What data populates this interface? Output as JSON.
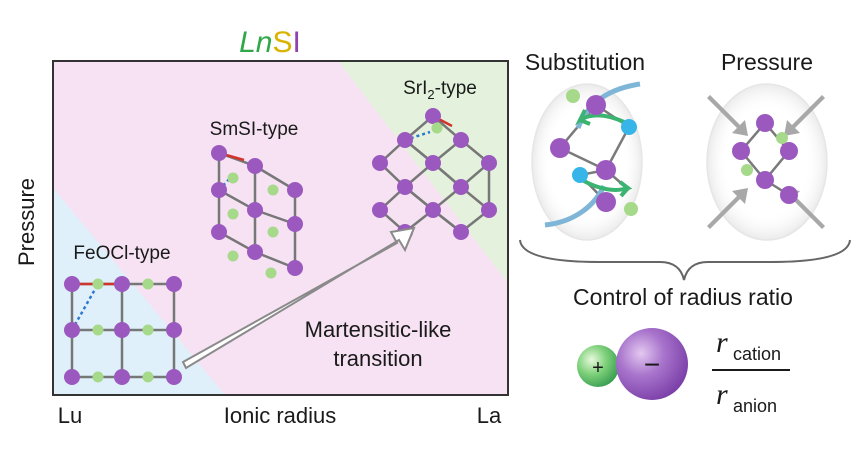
{
  "title": {
    "part1": "Ln",
    "part2": "S",
    "part3": "I"
  },
  "axis": {
    "y_label": "Pressure",
    "x_left": "Lu",
    "x_center": "Ionic radius",
    "x_right": "La"
  },
  "phases": {
    "feocl": "FeOCl-type",
    "smsi": "SmSI-type",
    "sri2_main": "SrI",
    "sri2_sub": "2",
    "sri2_tail": "-type"
  },
  "transition": {
    "line1": "Martensitic-like",
    "line2": "transition"
  },
  "right": {
    "substitution": "Substitution",
    "pressure": "Pressure",
    "control": "Control of radius ratio",
    "plus": "+",
    "minus": "−",
    "r": "r",
    "cation": "cation",
    "anion": "anion"
  },
  "colors": {
    "cation_purple": "#9b59c0",
    "anion_green": "#a6d98a",
    "light_blue": "#dff0fa",
    "light_pink": "#f6e2f3",
    "light_green": "#e4f2dd",
    "cyan_atom": "#38b5e8",
    "title_green": "#2fa84a",
    "title_yellow": "#d9b300",
    "title_purple": "#8e44ad"
  }
}
